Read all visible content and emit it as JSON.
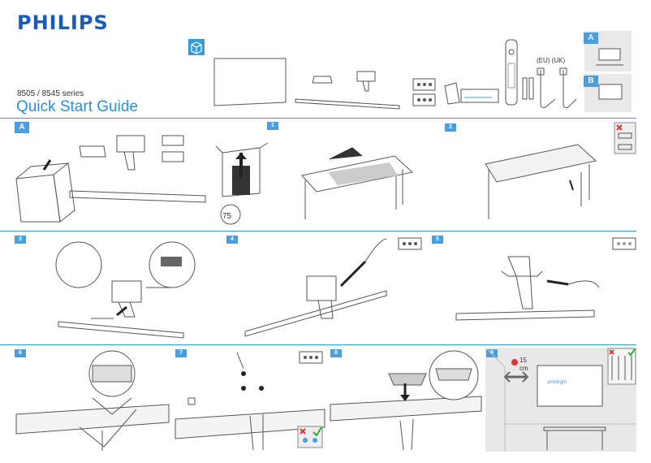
{
  "header": {
    "brand": "PHILIPS",
    "series": "8505 / 8545 series",
    "title": "Quick Start Guide",
    "cord_labels": "(EU) (UK)"
  },
  "sections": {
    "row1": [
      "A",
      "1",
      "2"
    ],
    "row2": [
      "3",
      "4",
      "5"
    ],
    "row3": [
      "6",
      "7",
      "8",
      "9"
    ]
  },
  "options": [
    "A",
    "B"
  ],
  "step9": {
    "distance_value": "15",
    "distance_unit": "cm",
    "screen_logo": "ambilight"
  },
  "colors": {
    "brand_blue": "#1a5bb8",
    "accent_blue": "#2a8fd4",
    "badge_blue": "#4a9ee0",
    "divider": "#3a9ad6"
  }
}
